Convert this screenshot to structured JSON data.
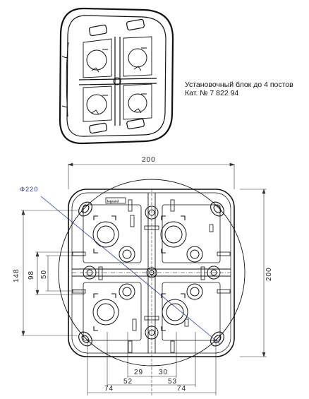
{
  "caption": {
    "title": "Установочный блок до 4 постов",
    "catalog": "Кат. № 7 822 94"
  },
  "drawing": {
    "diameter_label": "Φ220",
    "brand_label": "legrand",
    "dims": {
      "top_width": "200",
      "right_height": "200",
      "left_outer": "148",
      "left_mid": "98",
      "left_inner": "50",
      "bottom_29": "29",
      "bottom_30": "30",
      "bottom_52": "52",
      "bottom_53": "53",
      "bottom_74_left": "74",
      "bottom_74_right": "74"
    }
  },
  "colors": {
    "line": "#111111",
    "dimension": "#222222",
    "diameter": "#2a3aa8"
  }
}
